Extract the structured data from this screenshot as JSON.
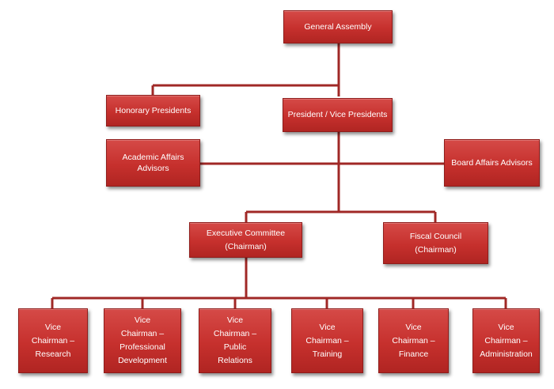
{
  "nodes": {
    "general_assembly": [
      "General Assembly"
    ],
    "honorary_presidents": [
      "Honorary Presidents"
    ],
    "president": [
      "President / Vice Presidents"
    ],
    "academic_advisors": [
      "Academic Affairs",
      "Advisors"
    ],
    "board_advisors": [
      "Board Affairs Advisors"
    ],
    "executive_committee": [
      "Executive Committee",
      "(Chairman)"
    ],
    "fiscal_council": [
      "Fiscal Council",
      "(Chairman)"
    ],
    "vc_research": [
      "Vice",
      "Chairman –",
      "Research"
    ],
    "vc_professional": [
      "Vice",
      "Chairman –",
      "Professional",
      "Development"
    ],
    "vc_public": [
      "Vice",
      "Chairman –",
      "Public",
      "Relations"
    ],
    "vc_training": [
      "Vice",
      "Chairman –",
      "Training"
    ],
    "vc_finance": [
      "Vice",
      "Chairman –",
      "Finance"
    ],
    "vc_admin": [
      "Vice",
      "Chairman –",
      "Administration"
    ]
  },
  "colors": {
    "box": "#c6302d",
    "line": "#a02826"
  }
}
